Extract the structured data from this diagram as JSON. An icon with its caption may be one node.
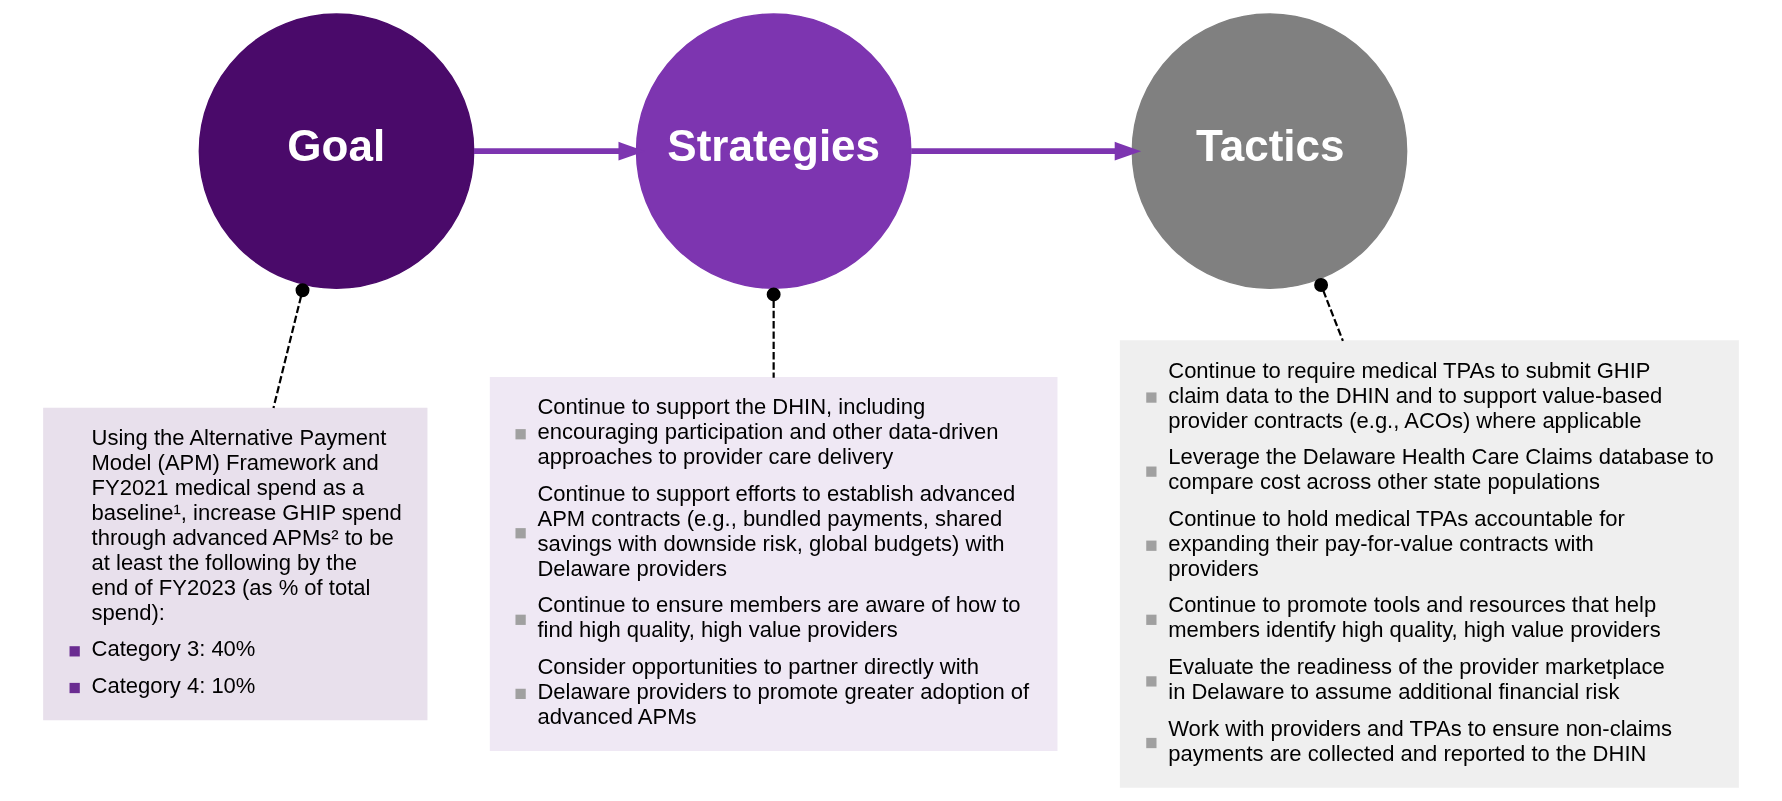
{
  "diagram": {
    "nodes": [
      {
        "text": [
          "Goal"
        ]
      },
      {
        "text": [
          "Strategies"
        ]
      },
      {
        "text": [
          "Tactics"
        ]
      },
      {
        "text": [
          "Using the Alternative Payment Model (APM) Framework and FY2021 medical spend as a baseline¹, increase GHIP spend through advanced APMs² to be at least the following by the end of FY2023 (as % of total spend):",
          "Category 3: 40%",
          "Category 4: 10%"
        ]
      },
      {
        "text": [
          "Continue to support the DHIN, including encouraging participation and other data-driven approaches to provider care delivery",
          "Continue to support efforts to establish advanced APM contracts (e.g., bundled payments, shared savings with downside risk, global budgets) with Delaware providers",
          "Continue to ensure members are aware of how to find high quality, high value providers",
          "Consider opportunities to partner directly with Delaware providers to promote greater adoption of advanced APMs"
        ]
      },
      {
        "text": [
          "Continue to require medical TPAs to submit GHIP claim data to the DHIN and to support value-based provider contracts (e.g., ACOs) where applicable",
          "Leverage the Delaware Health Care Claims database to compare cost across other state populations",
          "Continue to hold medical TPAs accountable for expanding their pay-for-value contracts with providers",
          "Continue to promote tools and resources that help members identify high quality, high value providers",
          "Evaluate the readiness of the provider marketplace in Delaware to assume additional financial risk",
          "Work with providers and TPAs to ensure non-claims payments are collected and reported to the DHIN"
        ]
      }
    ],
    "edges": [
      {
        "from": 0,
        "to": 1,
        "arrow": "to",
        "style": "thick",
        "color": "#7d35b0"
      },
      {
        "from": 1,
        "to": 2,
        "arrow": "to",
        "style": "thick",
        "color": "#7d35b0"
      },
      {
        "from": 0,
        "to": 3,
        "arrow": "other",
        "style": "dashed"
      },
      {
        "from": 1,
        "to": 4,
        "arrow": "other",
        "style": "dashed"
      },
      {
        "from": 2,
        "to": 5,
        "arrow": "other",
        "style": "dashed"
      }
    ]
  }
}
